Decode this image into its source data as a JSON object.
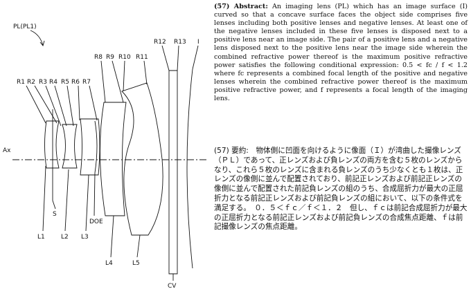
{
  "figure": {
    "system_label": "PL(PL1)",
    "axis_label": "Ax",
    "surface_labels": [
      "R1",
      "R2",
      "R3",
      "R4",
      "R5",
      "R6",
      "R7",
      "R8",
      "R9",
      "R10",
      "R11",
      "R12",
      "R13",
      "I"
    ],
    "element_labels": [
      "S",
      "L1",
      "L2",
      "L3",
      "DOE",
      "L4",
      "L5",
      "CV"
    ]
  },
  "abstract_en": {
    "heading": "(57) Abstract:",
    "body": "An imaging lens (PL) which has an image surface (I) curved so that a concave surface faces the object side comprises five lenses including both positive lenses and negative lenses. At least one of the negative lenses included in these five lenses is disposed next to a positive lens near an image side. The pair of a positive lens and a negative lens disposed next to the positive lens near the image side wherein the combined refractive power thereof is the maximum positive refractive power satisfies the following conditional expression: 0.5 < fc / f < 1.2 where fc represents a combined focal length of the positive and negative lenses wherein the combined refractive power thereof is the maximum positive refractive power, and f represents a focal length of the imaging lens."
  },
  "abstract_ja": {
    "heading": "(57) 要約:",
    "body": "物体側に凹面を向けるように像面（Ｉ）が湾曲した撮像レンズ（ＰＬ）であって、正レンズおよび負レンズの両方を含む５枚のレンズからなり、これら５枚のレンズに含まれる負レンズのうち少なくとも１枚は、正レンズの像側に並んで配置されており、前記正レンズおよび前記正レンズの像側に並んで配置された前記負レンズの組のうち、合成屈折力が最大の正屈折力となる前記正レンズおよび前記負レンズの組において、以下の条件式を満足する。　０．５＜ｆｃ／ｆ＜１．２　但し、ｆｃは前記合成屈折力が最大の正屈折力となる前記正レンズおよび前記負レンズの合成焦点距離、ｆは前記撮像レンズの焦点距離。"
  }
}
